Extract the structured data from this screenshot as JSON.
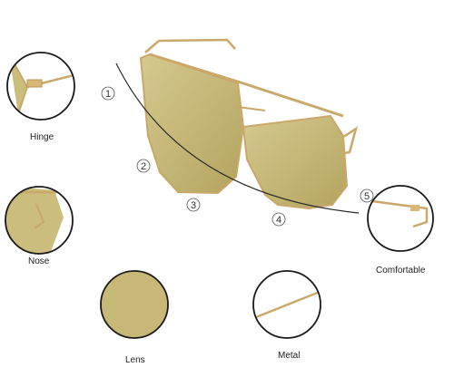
{
  "callout_numbers": [
    "1",
    "2",
    "3",
    "4",
    "5"
  ],
  "details": [
    {
      "key": "hinge",
      "label": "Hinge"
    },
    {
      "key": "nose",
      "label": "Nose"
    },
    {
      "key": "lens",
      "label": "Lens"
    },
    {
      "key": "metal",
      "label": "Metal"
    },
    {
      "key": "comfortable",
      "label": "Comfortable"
    }
  ],
  "colors": {
    "lens": "#c7b878",
    "lens_dark": "#a99a55",
    "frame_gold": "#c9a86a",
    "circle_outline": "#1a1a1a",
    "arc": "#2a2a2a"
  }
}
